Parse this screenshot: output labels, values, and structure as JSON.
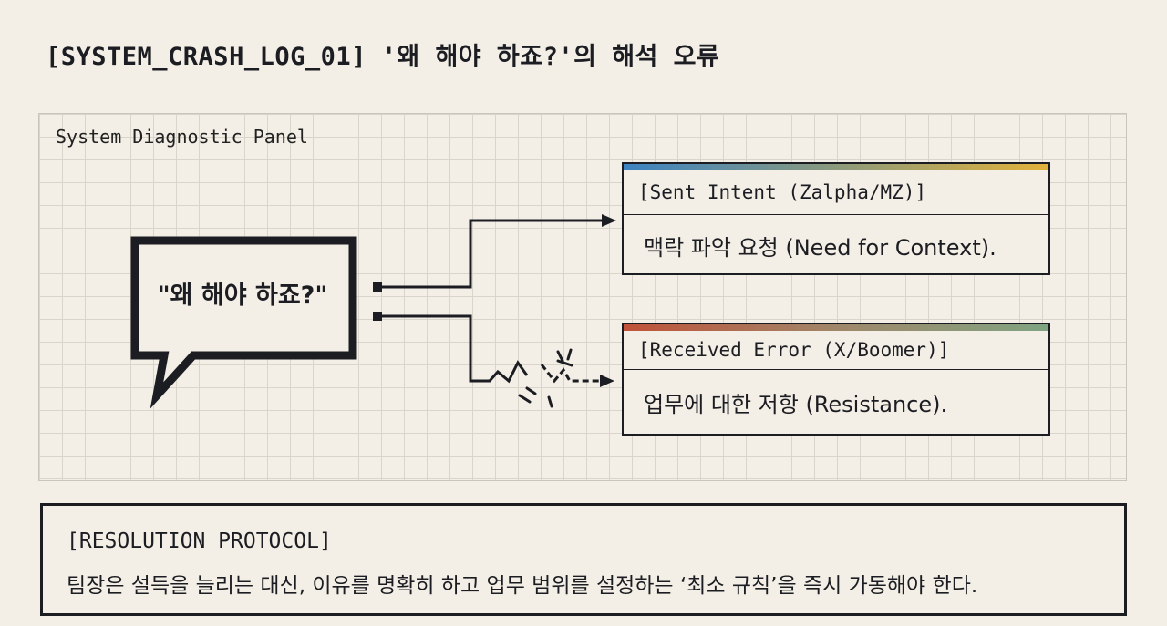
{
  "title": "[SYSTEM_CRASH_LOG_01]  '왜 해야 하죠?'의 해석 오류",
  "panel": {
    "label": "System Diagnostic Panel",
    "bubble_text": "\"왜 해야 하죠?\"",
    "sent": {
      "header": "[Sent Intent (Zalpha/MZ)]",
      "body": "맥락 파악 요청 (Need for Context)."
    },
    "received": {
      "header": "[Received Error (X/Boomer)]",
      "body": "업무에 대한 저항 (Resistance)."
    }
  },
  "protocol": {
    "header": "[RESOLUTION PROTOCOL]",
    "body": "팀장은 설득을 늘리는 대신, 이유를 명확히 하고 업무 범위를 설정하는 ‘최소 규칙’을 즉시 가동해야 한다."
  },
  "colors": {
    "ink": "#1c1d22",
    "background": "#f3efe6",
    "grid": "#d9d5cb",
    "sent_stripe": [
      "#3c83c2",
      "#e2b23a"
    ],
    "received_stripe": [
      "#c0533a",
      "#7fa482"
    ]
  }
}
